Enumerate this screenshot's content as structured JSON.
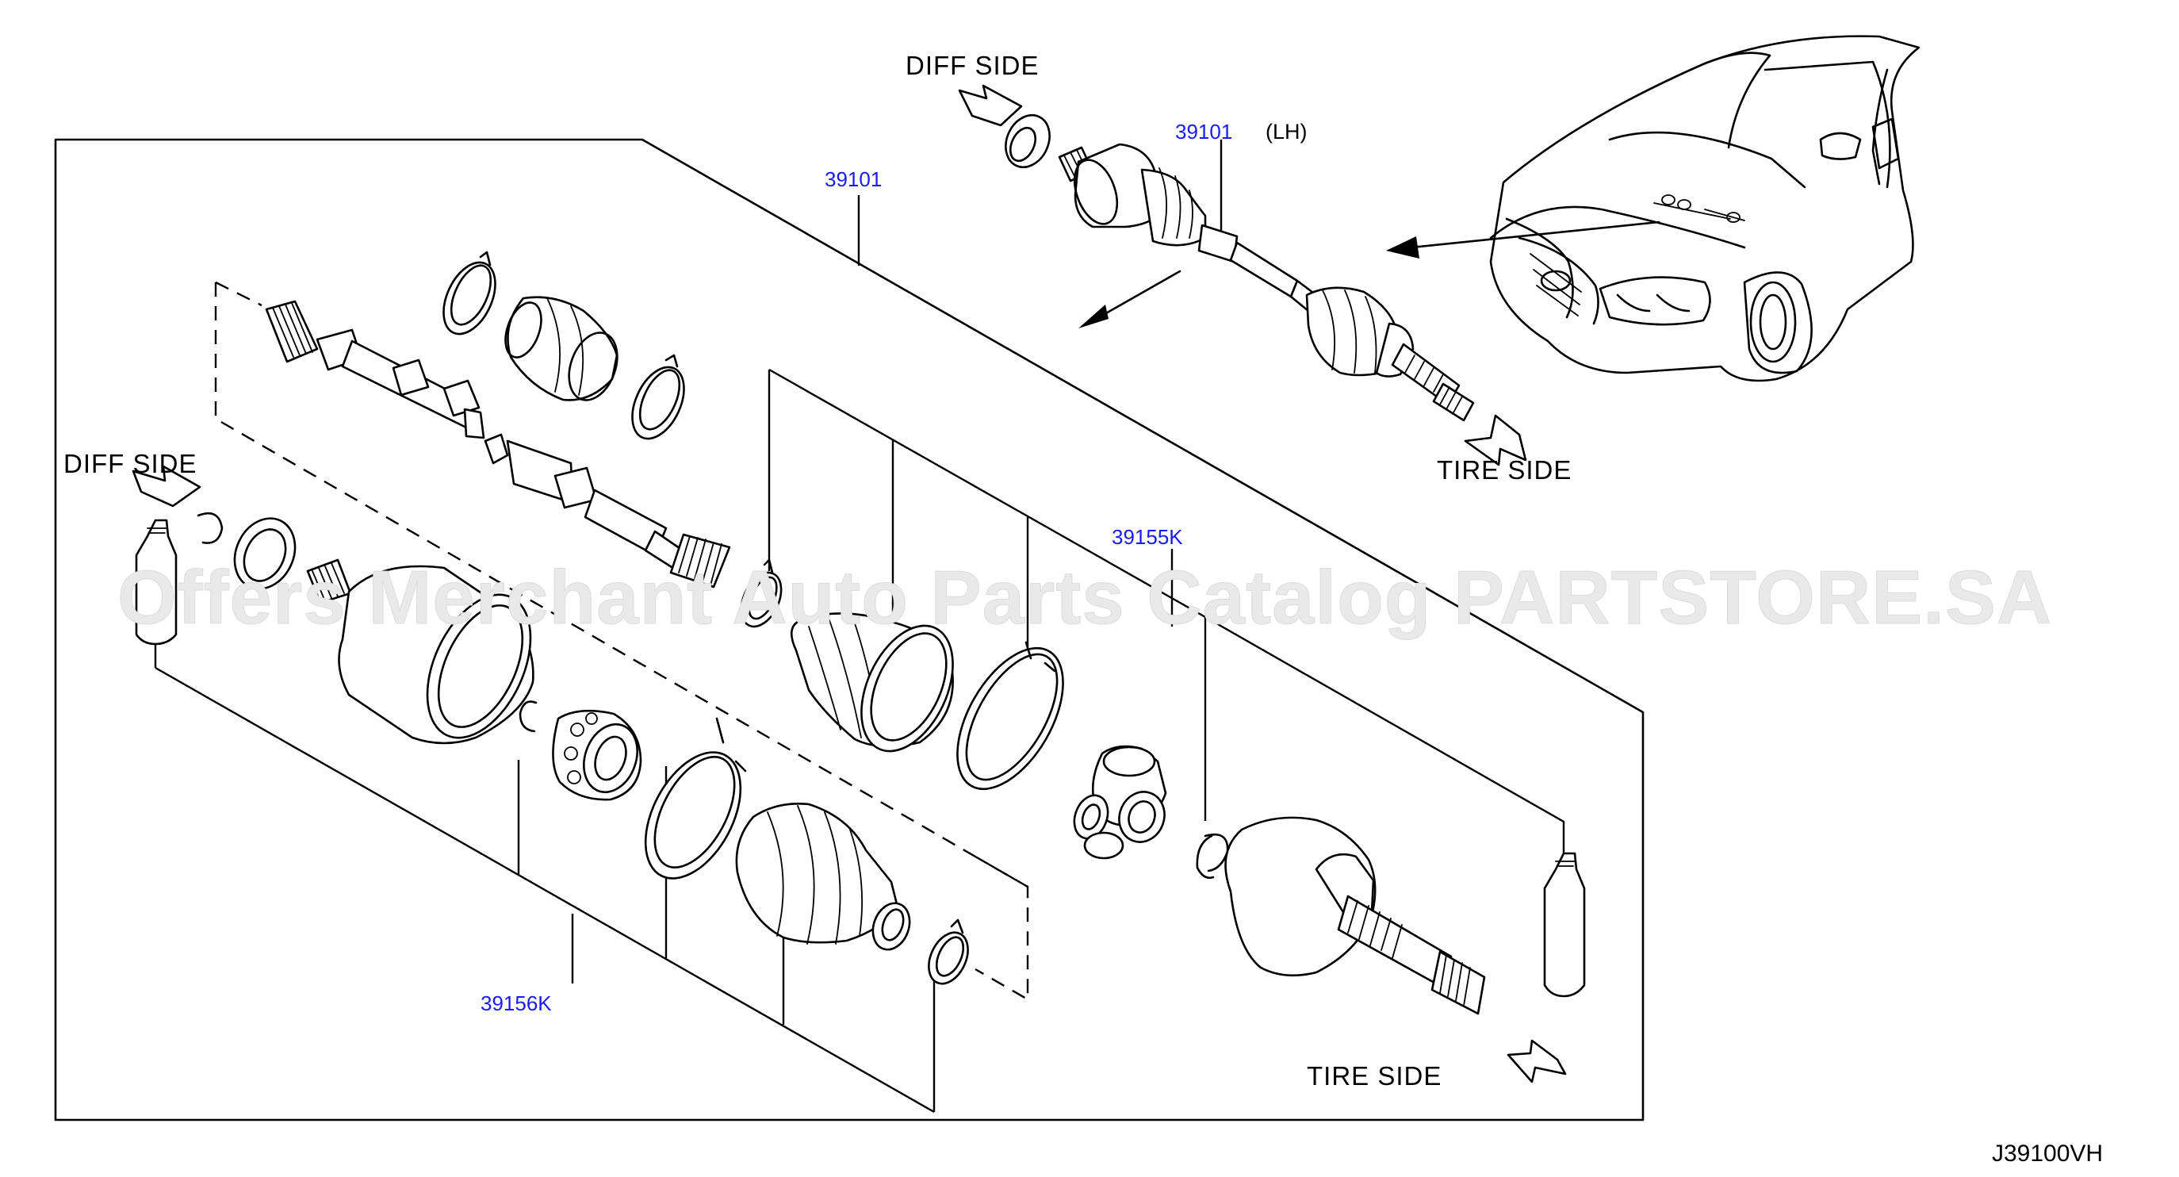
{
  "labels": {
    "diff_side_top": "DIFF  SIDE",
    "diff_side_left": "DIFF  SIDE",
    "tire_side_top": "TIRE  SIDE",
    "tire_side_bottom": "TIRE  SIDE",
    "lh": "(LH)",
    "diagram_code": "J39100VH"
  },
  "parts": {
    "shaft_assy_inset": "39101",
    "shaft_assy_main": "39101",
    "boot_kit_outer": "39155K",
    "boot_kit_inner": "39156K"
  },
  "watermark": "Offers Merchant Auto Parts Catalog PARTSTORE.SA"
}
